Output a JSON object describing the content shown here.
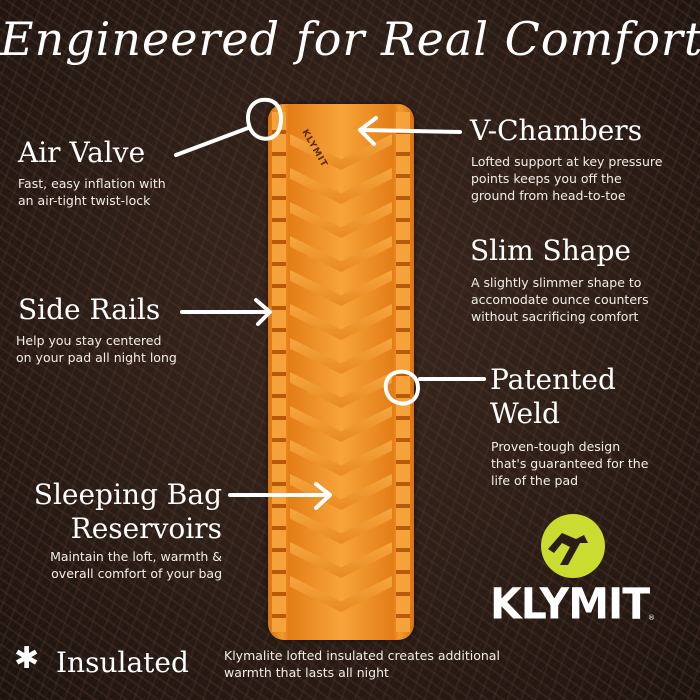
{
  "header": {
    "title": "Engineered for Real Comfort"
  },
  "features": {
    "air_valve": {
      "title": "Air Valve",
      "description_lines": [
        "Fast, easy inflation with",
        "an air-tight twist-lock"
      ]
    },
    "v_chambers": {
      "title": "V-Chambers",
      "description_lines": [
        "Lofted support at key pressure",
        "points keeps you off the",
        "ground from head-to-toe"
      ]
    },
    "slim_shape": {
      "title": "Slim Shape",
      "description_lines": [
        "A slightly slimmer shape to",
        "accomodate ounce counters",
        "without sacrificing comfort"
      ]
    },
    "side_rails": {
      "title": "Side Rails",
      "description_lines": [
        "Help you stay centered",
        "on your pad all night long"
      ]
    },
    "patented_weld": {
      "title_lines": [
        "Patented",
        "Weld"
      ],
      "description_lines": [
        "Proven-tough design",
        "that's guaranteed for the",
        "life of the pad"
      ]
    },
    "sleeping_bag_reservoirs": {
      "title_lines": [
        "Sleeping Bag",
        "Reservoirs"
      ],
      "description_lines": [
        "Maintain the loft, warmth &",
        "overall comfort of your bag"
      ]
    },
    "insulated": {
      "icon": "asterisk-snowflake-icon",
      "title": "Insulated",
      "description_lines": [
        "Klymalite lofted insulated creates additional",
        "warmth that lasts all night"
      ]
    }
  },
  "product": {
    "pad_logo_text": "KLYMIT",
    "pad_color": "#f39a2b"
  },
  "brand": {
    "name": "KLYMIT",
    "registered_mark": "®",
    "logo_color": "#c9dc2f"
  },
  "colors": {
    "background": "#2a1c16",
    "text": "#ffffff",
    "accent": "#c9dc2f"
  }
}
